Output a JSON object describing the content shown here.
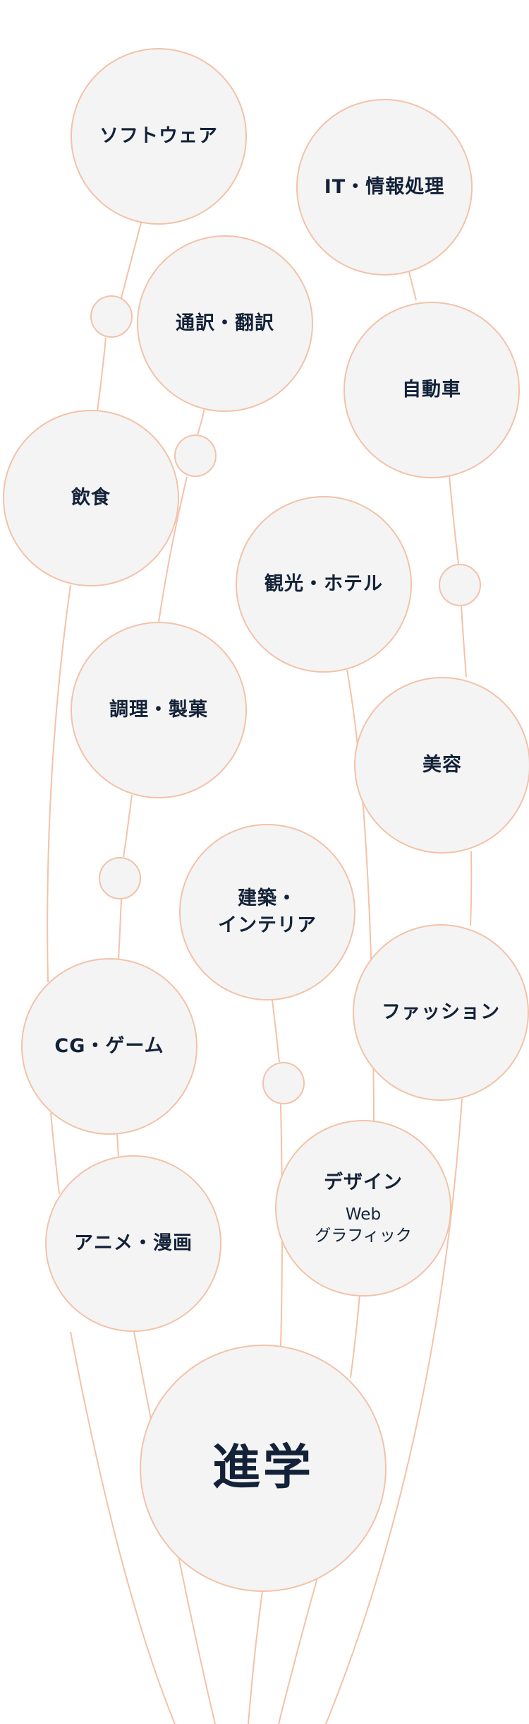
{
  "nodes": {
    "software": "ソフトウェア",
    "it": "IT・情報処理",
    "translation": "通訳・翻訳",
    "automobile": "自動車",
    "food": "飲食",
    "tourism": "観光・ホテル",
    "cooking": "調理・製菓",
    "beauty": "美容",
    "architecture": "建築・\nインテリア",
    "fashion": "ファッション",
    "cg_game": "CG・ゲーム",
    "design": "デザイン",
    "design_sub": "Web\nグラフィック",
    "anime": "アニメ・漫画",
    "shingaku": "進学"
  },
  "colors": {
    "circle_fill": "#f4f4f4",
    "stroke": "#f3c2a8",
    "text": "#132238"
  }
}
